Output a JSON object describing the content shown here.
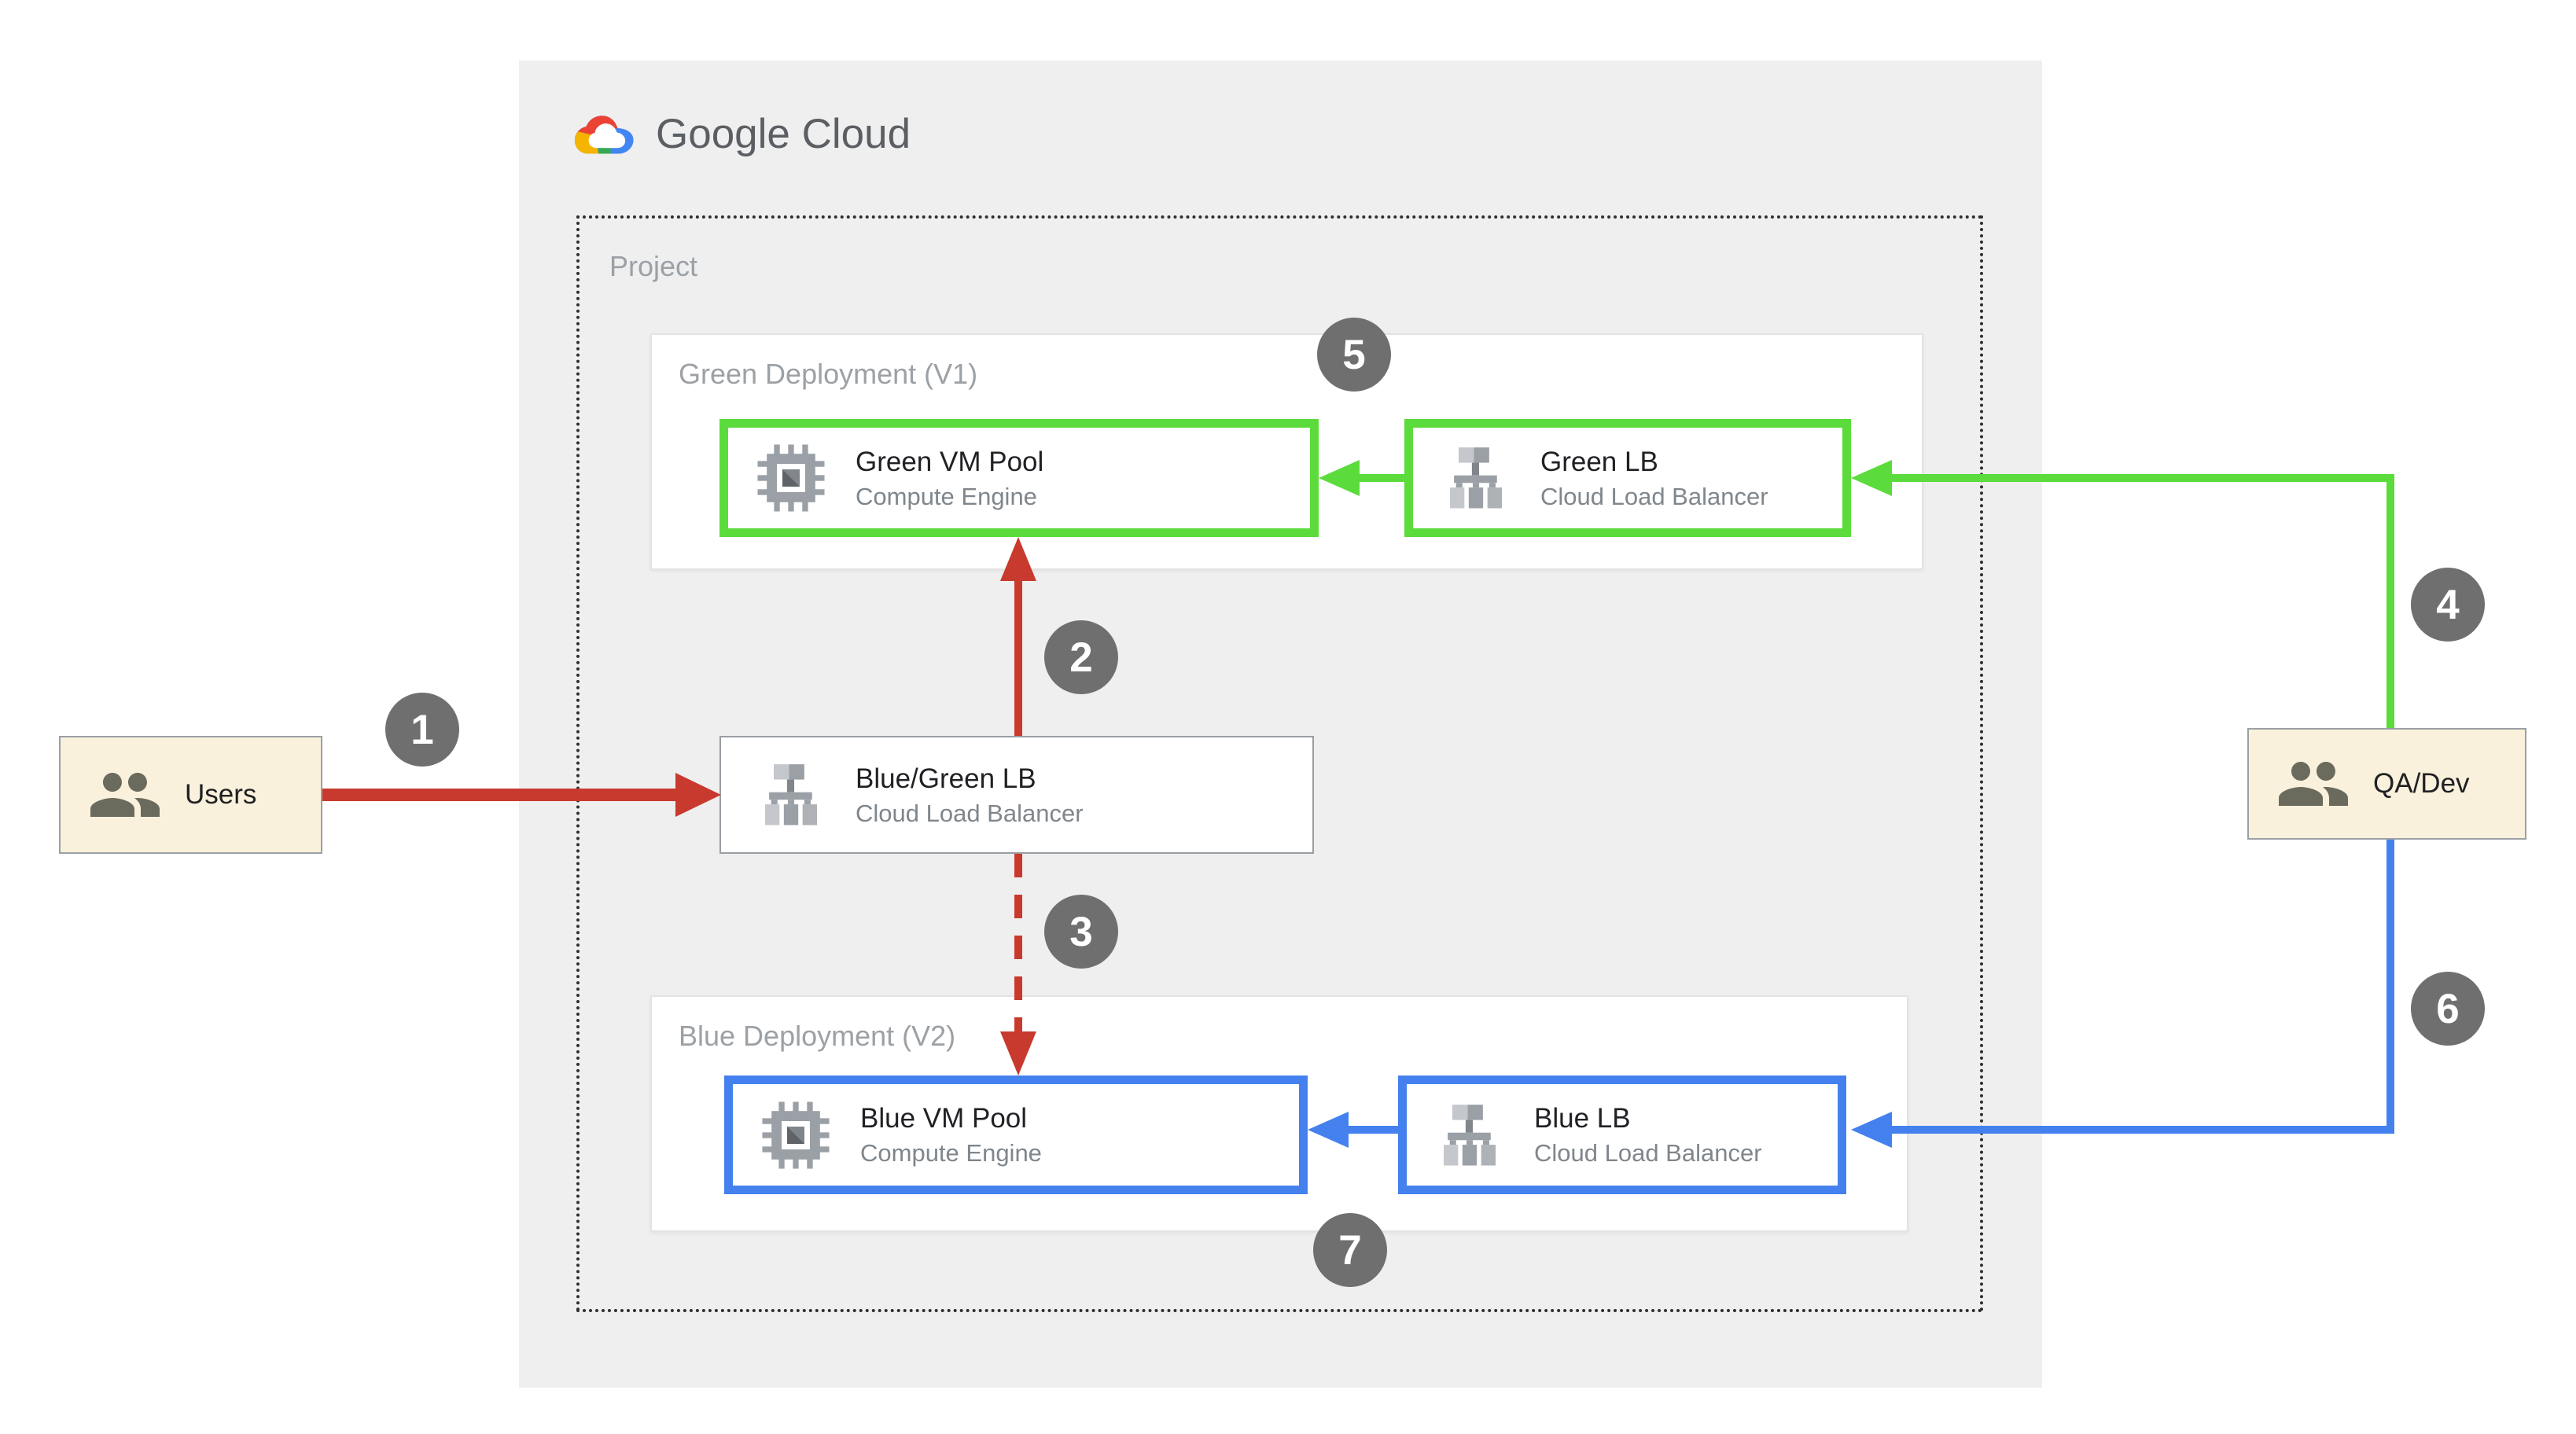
{
  "logo": {
    "label": "Google Cloud"
  },
  "project": {
    "label": "Project"
  },
  "containers": {
    "green": {
      "label": "Green Deployment (V1)"
    },
    "blue": {
      "label": "Blue Deployment (V2)"
    }
  },
  "nodes": {
    "green_vm": {
      "title": "Green VM Pool",
      "subtitle": "Compute Engine",
      "icon": "compute-engine-icon"
    },
    "green_lb": {
      "title": "Green LB",
      "subtitle": "Cloud Load Balancer",
      "icon": "load-balancer-icon"
    },
    "bluegreen_lb": {
      "title": "Blue/Green LB",
      "subtitle": "Cloud Load Balancer",
      "icon": "load-balancer-icon"
    },
    "blue_vm": {
      "title": "Blue VM Pool",
      "subtitle": "Compute Engine",
      "icon": "compute-engine-icon"
    },
    "blue_lb": {
      "title": "Blue LB",
      "subtitle": "Cloud Load Balancer",
      "icon": "load-balancer-icon"
    }
  },
  "actors": {
    "users": {
      "label": "Users",
      "icon": "people-icon"
    },
    "qa_dev": {
      "label": "QA/Dev",
      "icon": "people-icon"
    }
  },
  "steps": [
    "1",
    "2",
    "3",
    "4",
    "5",
    "6",
    "7"
  ],
  "arrows": [
    {
      "step": "1",
      "from": "users",
      "to": "bluegreen_lb",
      "color": "#C8392E",
      "style": "solid"
    },
    {
      "step": "2",
      "from": "bluegreen_lb",
      "to": "green_vm",
      "color": "#C8392E",
      "style": "solid"
    },
    {
      "step": "3",
      "from": "bluegreen_lb",
      "to": "blue_vm",
      "color": "#C8392E",
      "style": "dashed"
    },
    {
      "step": "4",
      "from": "qa_dev",
      "to": "green_lb",
      "color": "#5BDC3C",
      "style": "solid"
    },
    {
      "step": "5",
      "from": "green_lb",
      "to": "green_vm",
      "color": "#5BDC3C",
      "style": "solid"
    },
    {
      "step": "6",
      "from": "qa_dev",
      "to": "blue_lb",
      "color": "#4481EE",
      "style": "solid"
    },
    {
      "step": "7",
      "from": "blue_lb",
      "to": "blue_vm",
      "color": "#4481EE",
      "style": "solid"
    }
  ],
  "colors": {
    "green": "#5BDC3C",
    "blue": "#4481EE",
    "red": "#C8392E",
    "badge_gray": "#6F6F6F",
    "panel_bg": "#EFEFEF",
    "actor_bg": "#FAF1DC",
    "title_text": "#202124",
    "subtitle_text": "#7F868C",
    "muted_text": "#9CA1A6"
  }
}
